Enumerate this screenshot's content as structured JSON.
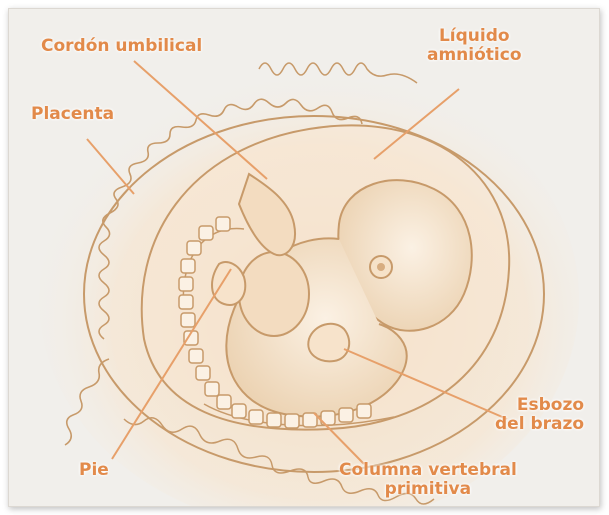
{
  "labels": {
    "umbilical_cord": "Cordón umbilical",
    "amniotic_fluid_line1": "Líquido",
    "amniotic_fluid_line2": "amniótico",
    "placenta": "Placenta",
    "arm_bud_line1": "Esbozo",
    "arm_bud_line2": "del brazo",
    "foot": "Pie",
    "spine_line1": "Columna vertebral",
    "spine_line2": "primitiva"
  },
  "colors": {
    "label": "#e28a4a",
    "leader_line": "#e7a06a",
    "drawing_stroke": "#c79a6a",
    "drawing_fill": "#f3dcc0",
    "background": "#f1efeb"
  }
}
